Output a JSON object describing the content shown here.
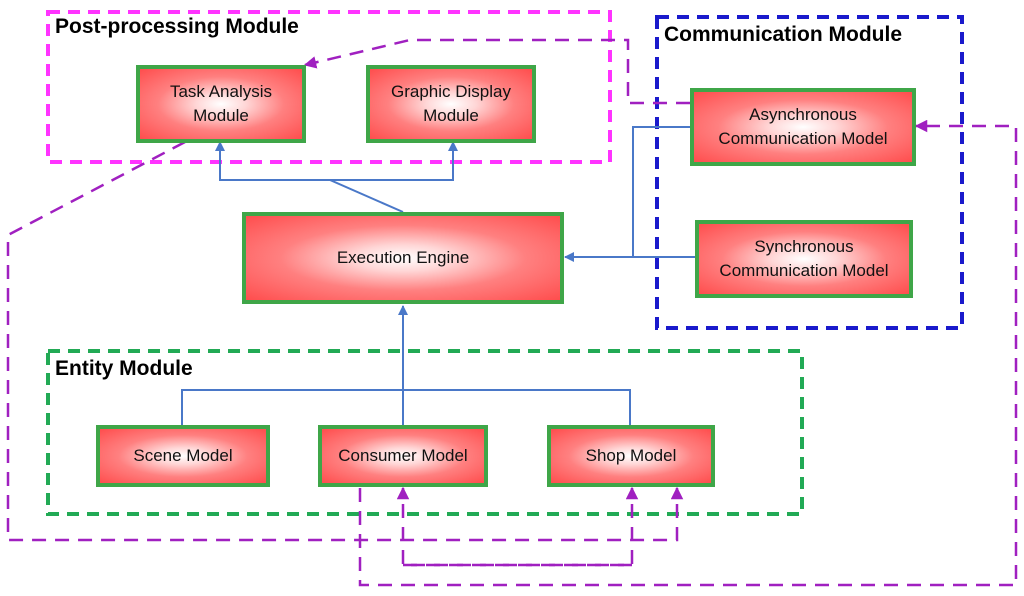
{
  "groups": {
    "post_processing": {
      "title": "Post-processing Module",
      "border_color": "#ff33ff"
    },
    "communication": {
      "title": "Communication Module",
      "border_color": "#1a1acc"
    },
    "entity": {
      "title": "Entity Module",
      "border_color": "#22aa55"
    }
  },
  "boxes": {
    "task_analysis": "Task Analysis\nModule",
    "graphic_display": "Graphic Display\nModule",
    "execution_engine": "Execution Engine",
    "async_comm": "Asynchronous\nCommunication Model",
    "sync_comm": "Synchronous\nCommunication Model",
    "scene_model": "Scene Model",
    "consumer_model": "Consumer Model",
    "shop_model": "Shop Model"
  },
  "colors": {
    "box_border": "#3fa648",
    "box_fill_center": "#ffffff",
    "box_fill_edge": "#ff4d4d",
    "solid_connector": "#4a78c8",
    "dashed_connector": "#a020c0"
  }
}
